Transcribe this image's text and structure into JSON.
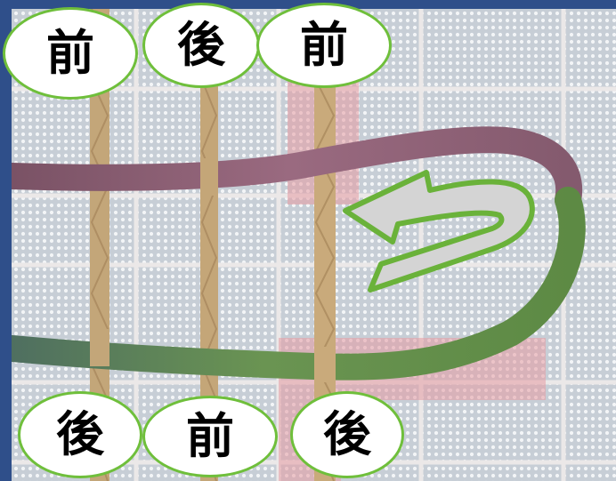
{
  "labels": {
    "top": [
      "前",
      "後",
      "前"
    ],
    "bottom": [
      "後",
      "前",
      "後"
    ]
  },
  "colors": {
    "board": "#c9cfd6",
    "board_hole": "#f2f4f6",
    "board_line": "#e9e6e6",
    "grid_highlight": "#e7a3aa",
    "vertical_twine": "#c2a477",
    "purple_strand": "#8a5d73",
    "green_strand": "#5f8a4e",
    "arrow_fill": "#d3d3d3",
    "arrow_outline": "#6ab23a",
    "label_outline": "#6fbf3b",
    "frame": "#2f4f8a"
  }
}
